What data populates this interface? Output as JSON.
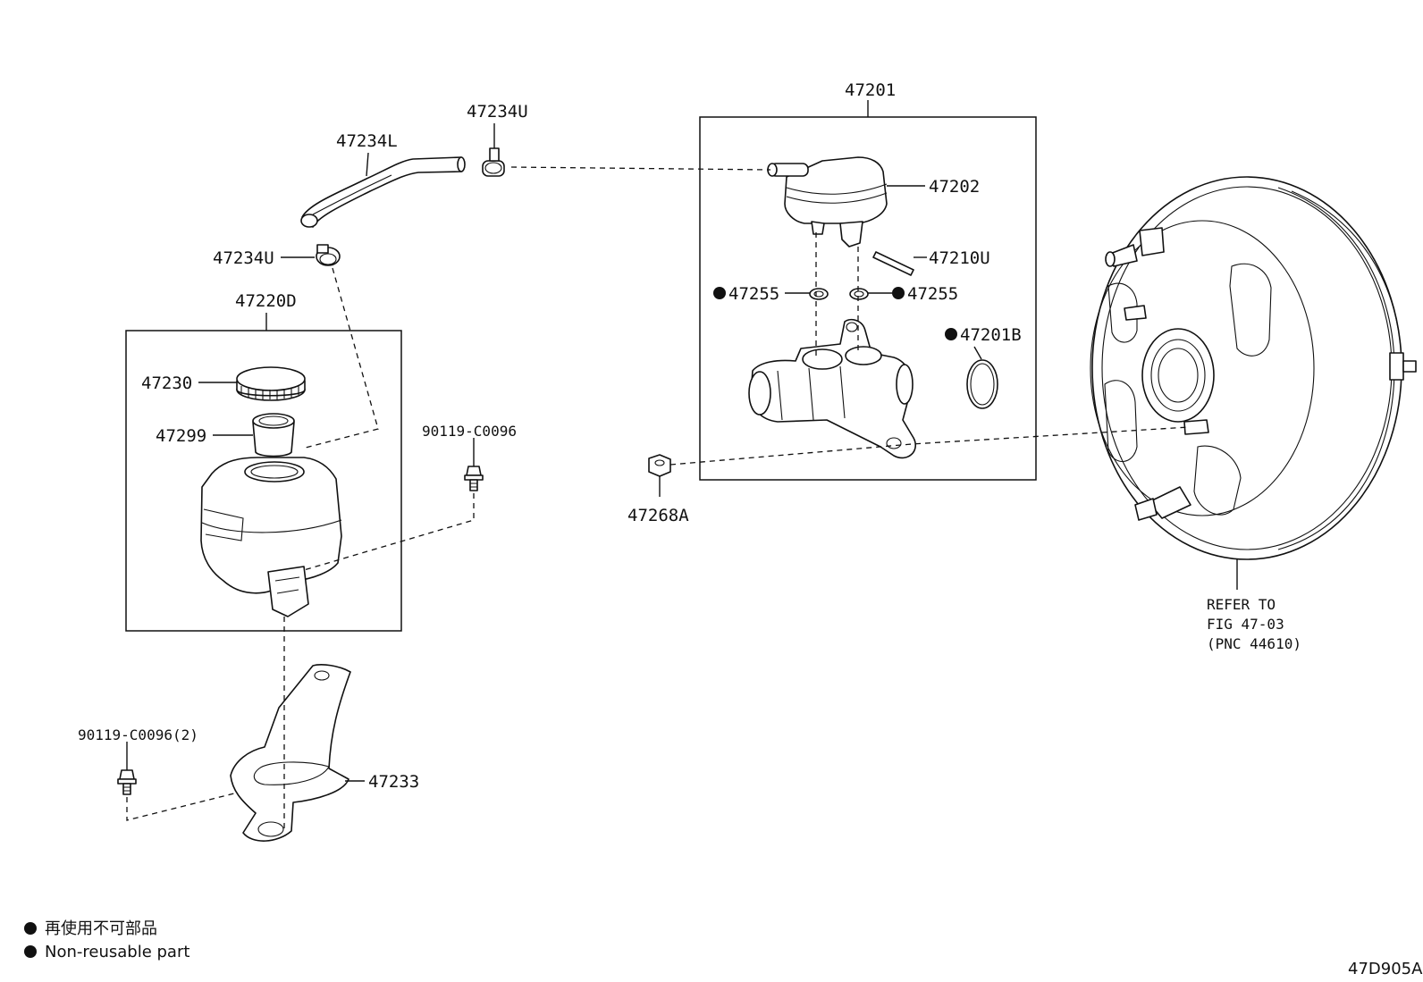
{
  "callouts": {
    "p47201": "47201",
    "p47202": "47202",
    "p47210U": "47210U",
    "p47255_left": "47255",
    "p47255_right": "47255",
    "p47201B": "47201B",
    "p47268A": "47268A",
    "p47234L": "47234L",
    "p47234U_top": "47234U",
    "p47234U_left": "47234U",
    "p47220D": "47220D",
    "p47230": "47230",
    "p47299": "47299",
    "p90119_upper": "90119-C0096",
    "p90119_lower": "90119-C0096(2)",
    "p47233": "47233"
  },
  "refer": {
    "line1": "REFER TO",
    "line2": "FIG 47-03",
    "line3": "(PNC 44610)"
  },
  "legend": {
    "jp": "再使用不可部品",
    "en": "Non-reusable part"
  },
  "figure_code": "47D905A",
  "non_reusable_marker": "filled-circle"
}
